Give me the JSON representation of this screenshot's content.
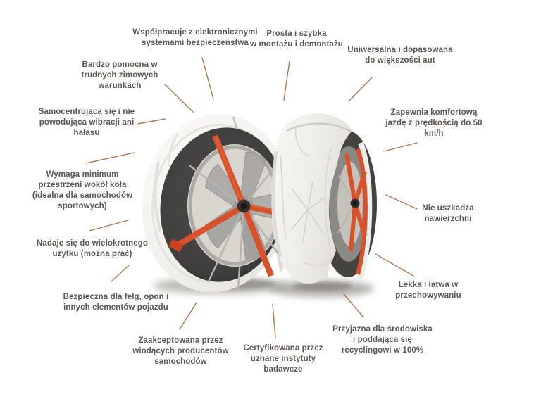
{
  "diagram": {
    "description": "Infografika produktu: tekstylne pokrowce przeciwsniegowe na kola (auto-skarpety) z czternastoma cechami produktu",
    "labels": [
      {
        "id": "wspolpracuje",
        "lines": [
          "Współpracuje z elektronicznymi",
          "systemami bezpieczeństwa"
        ]
      },
      {
        "id": "prosta",
        "lines": [
          "Prosta i szybka",
          "w montażu i demontażu"
        ]
      },
      {
        "id": "uniwersalna",
        "lines": [
          "Uniwersalna i dopasowana",
          "do większości aut"
        ]
      },
      {
        "id": "bardzo",
        "lines": [
          "Bardzo pomocna w",
          "trudnych zimowych",
          "warunkach"
        ]
      },
      {
        "id": "samocentrujaca",
        "lines": [
          "Samocentrująca się i nie",
          "powodująca wibracji ani",
          "hałasu"
        ]
      },
      {
        "id": "zapewnia",
        "lines": [
          "Zapewnia komfortową",
          "jazdę z prędkością do 50",
          "km/h"
        ]
      },
      {
        "id": "wymaga",
        "lines": [
          "Wymaga minimum",
          "przestrzeni wokół koła",
          "(idealna dla samochodów",
          "sportowych)"
        ]
      },
      {
        "id": "nieuszkadza",
        "lines": [
          "Nie uszkadza",
          "nawierzchni"
        ]
      },
      {
        "id": "nadaje",
        "lines": [
          "Nadaje się do wielokrotnego",
          "użytku (można prać)"
        ]
      },
      {
        "id": "lekka",
        "lines": [
          "Lekka i łatwa w",
          "przechowywaniu"
        ]
      },
      {
        "id": "bezpieczna",
        "lines": [
          "Bezpieczna dla felg, opon i",
          "innych elementów pojazdu"
        ]
      },
      {
        "id": "przyjazna",
        "lines": [
          "Przyjazna dla środowiska",
          "i poddająca się",
          "recyclingowi w 100%"
        ]
      },
      {
        "id": "zaakceptowana",
        "lines": [
          "Zaakceptowana przez",
          "wiodących producentów",
          "samochodów"
        ]
      },
      {
        "id": "certyfikowana",
        "lines": [
          "Certyfikowana przez",
          "uznane instytuty",
          "badawcze"
        ]
      }
    ],
    "colors": {
      "background": "#ffffff",
      "label_text": "#5c5753",
      "connector_line": "#aa6a41",
      "strap_orange": "#d8512a",
      "sock_white": "#f1efec",
      "sidewall_dark": "#413f3e",
      "alloy_gray": "#abA9a6"
    }
  }
}
